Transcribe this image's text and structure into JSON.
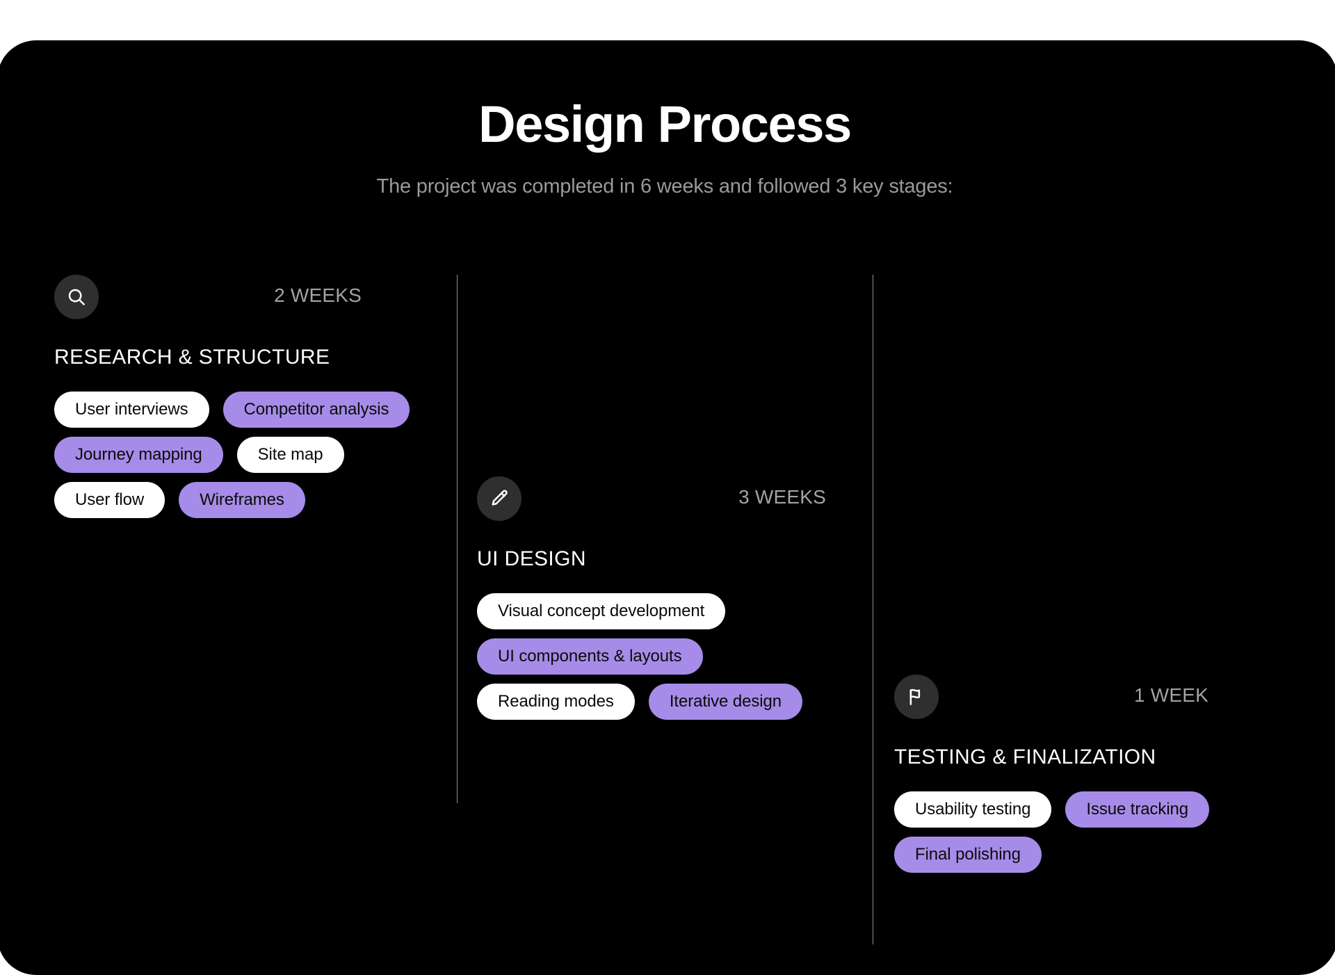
{
  "header": {
    "title": "Design Process",
    "subtitle": "The project was completed in 6 weeks and followed 3 key stages:"
  },
  "colors": {
    "background": "#000000",
    "page": "#ffffff",
    "accent_purple": "#a68ce8",
    "tag_white": "#ffffff",
    "icon_circle": "#2f2f2f",
    "muted_text": "#a3a3a3",
    "divider": "#8f8f8f"
  },
  "stages": [
    {
      "icon": "search-icon",
      "duration": "2 WEEKS",
      "name": "RESEARCH & STRUCTURE",
      "tag_rows": [
        [
          {
            "label": "User interviews",
            "style": "white"
          },
          {
            "label": "Competitor analysis",
            "style": "purple"
          }
        ],
        [
          {
            "label": "Journey mapping",
            "style": "purple"
          },
          {
            "label": "Site map",
            "style": "white"
          }
        ],
        [
          {
            "label": "User flow",
            "style": "white"
          },
          {
            "label": "Wireframes",
            "style": "purple"
          }
        ]
      ]
    },
    {
      "icon": "pencil-icon",
      "duration": "3 WEEKS",
      "name": "UI DESIGN",
      "tag_rows": [
        [
          {
            "label": "Visual concept development",
            "style": "white"
          }
        ],
        [
          {
            "label": "UI components & layouts",
            "style": "purple"
          }
        ],
        [
          {
            "label": "Reading modes",
            "style": "white"
          },
          {
            "label": "Iterative design",
            "style": "purple"
          }
        ]
      ]
    },
    {
      "icon": "flag-icon",
      "duration": "1 WEEK",
      "name": "TESTING & FINALIZATION",
      "tag_rows": [
        [
          {
            "label": "Usability testing",
            "style": "white"
          },
          {
            "label": "Issue tracking",
            "style": "purple"
          }
        ],
        [
          {
            "label": "Final polishing",
            "style": "purple"
          }
        ]
      ]
    }
  ]
}
